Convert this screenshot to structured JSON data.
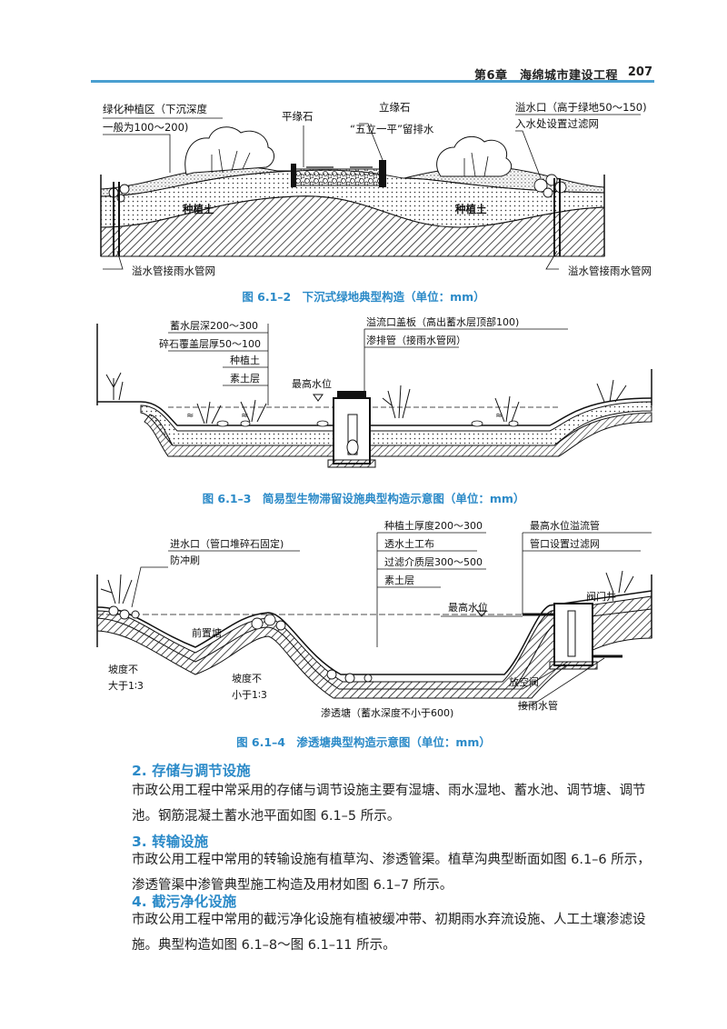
{
  "header": {
    "chapter": "第6章　海绵城市建设工程",
    "page": "207",
    "accent": "#4a9fd0"
  },
  "figures": [
    {
      "number": "图 6.1–2",
      "title": "下沉式绿地典型构造（单位：mm）",
      "labels": {
        "green_area_1": "绿化种植区（下沉深度",
        "green_area_2": "一般为100～200)",
        "flat_curb": "平缘石",
        "standing_curb": "立缘石",
        "five_one": "“五立一平”留排水",
        "overflow_1": "溢水口（高于绿地50～150)",
        "overflow_2": "入水处设置过滤网",
        "soil_left": "种植土",
        "soil_right": "种植土",
        "pipe_left": "溢水管接雨水管网",
        "pipe_right": "溢水管接雨水管网"
      }
    },
    {
      "number": "图 6.1–3",
      "title": "简易型生物滞留设施典型构造示意图（单位：mm）",
      "labels": {
        "storage_depth": "蓄水层深200～300",
        "gravel": "碎石覆盖层厚50～100",
        "planting_soil": "种植土",
        "plain_soil": "素土层",
        "max_level": "最高水位",
        "overflow_cover": "溢流口盖板（高出蓄水层顶部100)",
        "drain_pipe": "渗排管（接雨水管网）"
      }
    },
    {
      "number": "图 6.1–4",
      "title": "渗透塘典型构造示意图（单位：mm）",
      "labels": {
        "inlet": "进水口（管口堆碎石固定)",
        "anti_scour": "防冲刷",
        "soil_thickness": "种植土厚度200～300",
        "geotextile": "透水土工布",
        "filter_layer": "过滤介质层300～500",
        "plain_soil": "素土层",
        "overflow_pipe": "最高水位溢流管",
        "filter_net": "管口设置过滤网",
        "valve_well": "阀门井",
        "max_level": "最高水位",
        "forebay": "前置塘",
        "slope1_a": "坡度不",
        "slope1_b": "大于1∶3",
        "slope2_a": "坡度不",
        "slope2_b": "小于1∶3",
        "drain_valve": "放空阀",
        "rain_pipe": "接雨水管",
        "pond": "渗透塘（蓄水深度不小于600)"
      }
    }
  ],
  "sections": [
    {
      "heading": "2. 存储与调节设施",
      "text": "市政公用工程中常采用的存储与调节设施主要有湿塘、雨水湿地、蓄水池、调节塘、调节池。钢筋混凝土蓄水池平面如图 6.1–5 所示。"
    },
    {
      "heading": "3. 转输设施",
      "text": "市政公用工程中常用的转输设施有植草沟、渗透管渠。植草沟典型断面如图 6.1–6 所示，渗透管渠中渗管典型施工构造及用材如图 6.1–7 所示。"
    },
    {
      "heading": "4. 截污净化设施",
      "text": "市政公用工程中常用的截污净化设施有植被缓冲带、初期雨水弃流设施、人工土壤渗滤设施。典型构造如图 6.1–8～图 6.1–11 所示。"
    }
  ],
  "colors": {
    "heading": "#2b8ac8",
    "caption": "#2b8ac8",
    "text": "#222222"
  }
}
